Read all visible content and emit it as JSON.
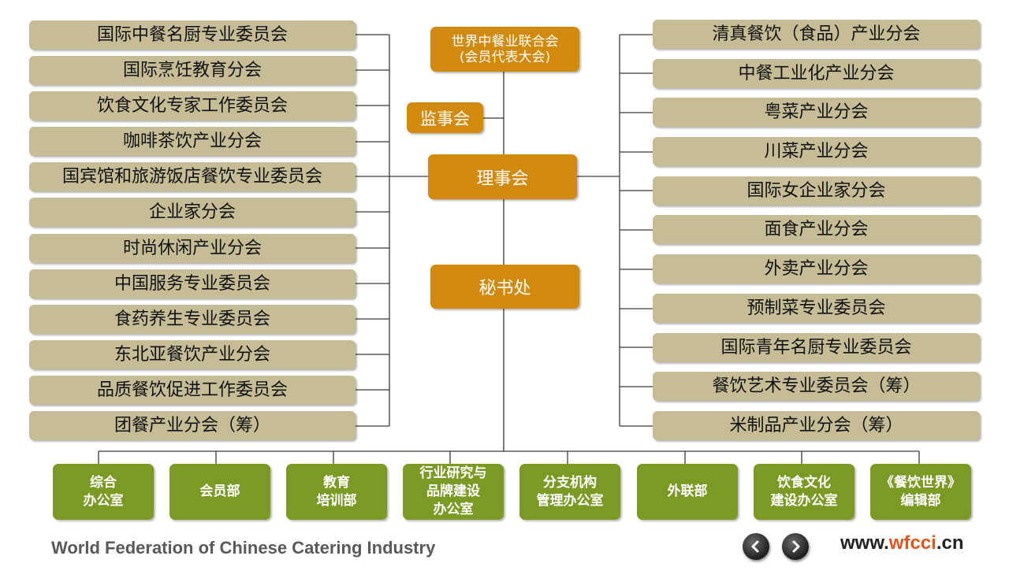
{
  "center": {
    "top_title_line1": "世界中餐业联合会",
    "top_title_line2": "(会员代表大会)",
    "supervisory": "监事会",
    "council": "理事会",
    "secretariat": "秘书处"
  },
  "left_branches": [
    "国际中餐名厨专业委员会",
    "国际烹饪教育分会",
    "饮食文化专家工作委员会",
    "咖啡茶饮产业分会",
    "国宾馆和旅游饭店餐饮专业委员会",
    "企业家分会",
    "时尚休闲产业分会",
    "中国服务专业委员会",
    "食药养生专业委员会",
    "东北亚餐饮产业分会",
    "品质餐饮促进工作委员会",
    "团餐产业分会（筹）"
  ],
  "right_branches": [
    "清真餐饮（食品）产业分会",
    "中餐工业化产业分会",
    "粤菜产业分会",
    "川菜产业分会",
    "国际女企业家分会",
    "面食产业分会",
    "外卖产业分会",
    "预制菜专业委员会",
    "国际青年名厨专业委员会",
    "餐饮艺术专业委员会（筹）",
    "米制品产业分会（筹）"
  ],
  "departments": [
    [
      "综合",
      "办公室"
    ],
    [
      "会员部"
    ],
    [
      "教育",
      "培训部"
    ],
    [
      "行业研究与",
      "品牌建设",
      "办公室"
    ],
    [
      "分支机构",
      "管理办公室"
    ],
    [
      "外联部"
    ],
    [
      "饮食文化",
      "建设办公室"
    ],
    [
      "《餐饮世界》",
      "编辑部"
    ]
  ],
  "footer": {
    "org_name": "World Federation of Chinese Catering Industry",
    "site_prefix": "www.",
    "site_highlight": "wfcci",
    "site_suffix": ".cn",
    "prev_icon": "chevron-left-icon",
    "next_icon": "chevron-right-icon"
  },
  "colors": {
    "branch_box": "#c6bd96",
    "center_box": "#d18a0c",
    "department_box": "#7a9a24",
    "url_highlight": "#e0551b"
  }
}
